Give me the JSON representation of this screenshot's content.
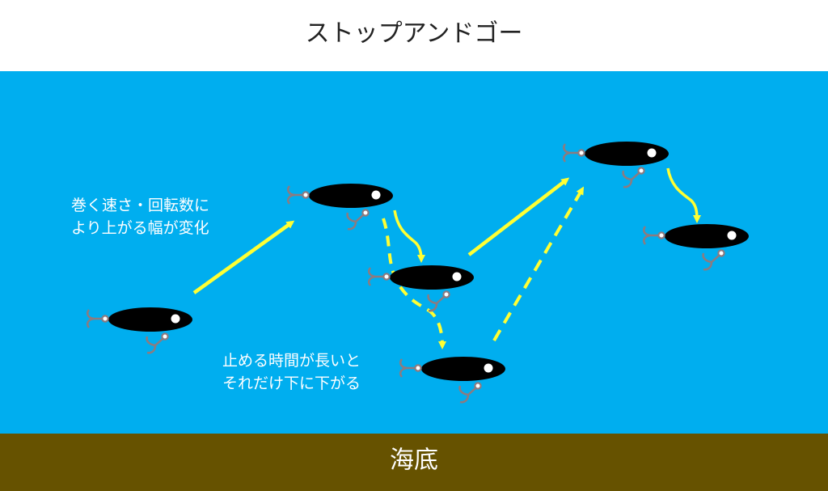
{
  "title": "ストップアンドゴー",
  "annotations": {
    "rise": [
      "巻く速さ・回転数に",
      "より上がる幅が変化"
    ],
    "fall": [
      "止める時間が長いと",
      "それだけ下に下がる"
    ]
  },
  "seabed_label": "海底",
  "colors": {
    "water": "#00aeef",
    "seabed": "#665200",
    "arrow": "#ffff33",
    "lure_body": "#000000",
    "lure_eye": "#ffffff",
    "hook": "#8c7b80"
  }
}
